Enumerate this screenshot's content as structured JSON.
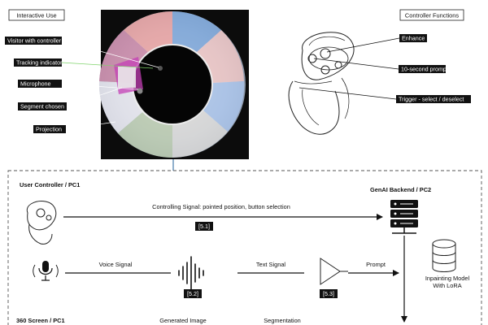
{
  "top": {
    "interactive_use_title": "Interactive Use",
    "controller_functions_title": "Controller Functions",
    "photo_labels": [
      "Visitor with controller",
      "Tracking indicator",
      "Microphone",
      "Segment chosen",
      "Projection"
    ],
    "controller_labels": [
      "Enhance",
      "10-second prompt",
      "Trigger - select / deselect"
    ]
  },
  "pipeline": {
    "user_controller": "User Controller / PC1",
    "genai_backend": "GenAI Backend / PC2",
    "controlling_signal": "Controlling Signal: pointed position, button selection",
    "step_1": "[5.1]",
    "voice_signal": "Voice Signal",
    "step_2": "[5.2]",
    "text_signal": "Text Signal",
    "step_3": "[5.3]",
    "prompt": "Prompt",
    "inpainting_line1": "Inpainting Model",
    "inpainting_line2": "With LoRA",
    "screen_360": "360 Screen / PC1",
    "generated_image": "Generated Image",
    "segmentation": "Segmentation"
  }
}
